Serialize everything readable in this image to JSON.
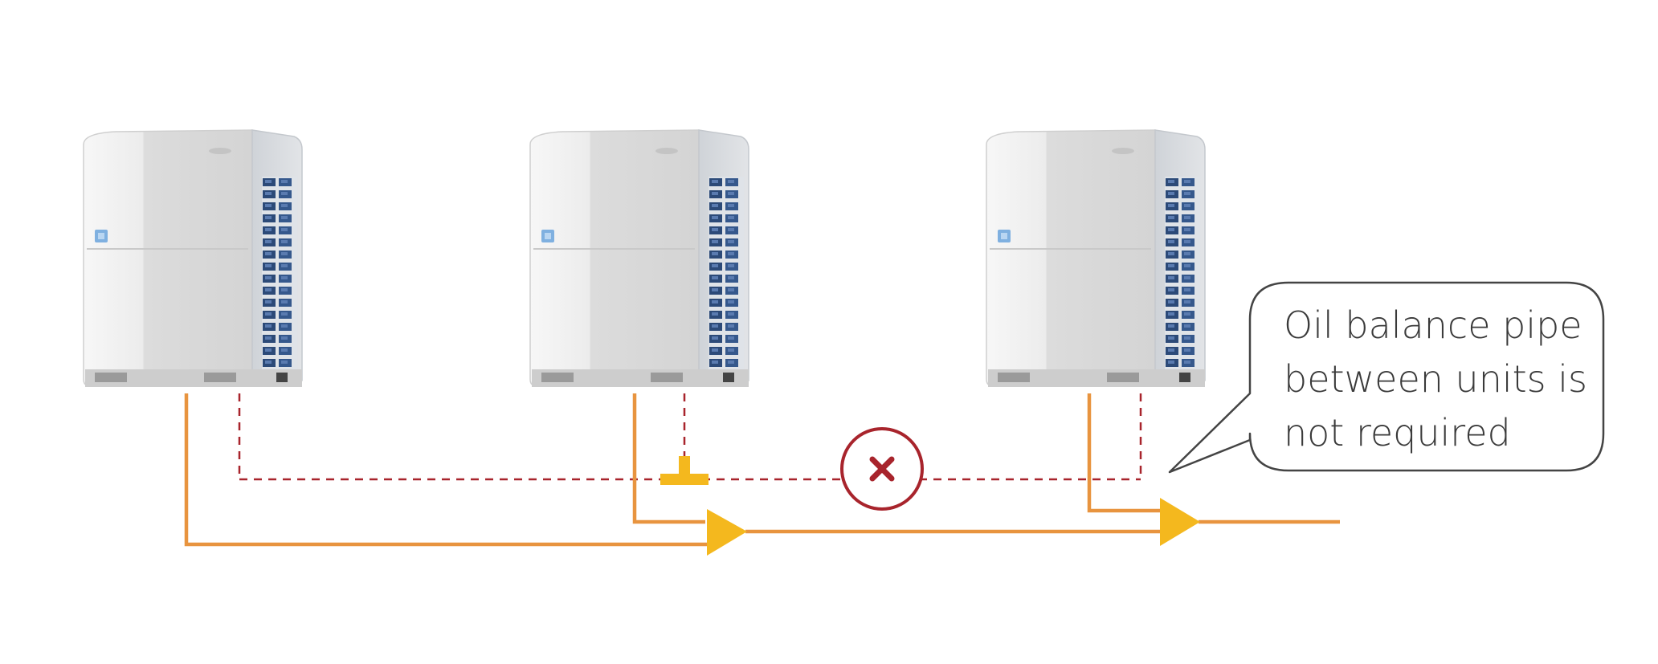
{
  "callout": {
    "lines": [
      "Oil balance pipe",
      "between units is",
      "not required"
    ]
  },
  "colors": {
    "refrigerant_pipe": "#e8943f",
    "oil_pipe_dashed": "#a8242c",
    "arrow_and_tee": "#f4b81e",
    "prohibited_circle": "#a8242c",
    "callout_border": "#444444",
    "unit_body": "#e9e9e9",
    "unit_grille": "#2f4f7e"
  },
  "icons": {
    "units": [
      "outdoor-unit-icon",
      "outdoor-unit-icon",
      "outdoor-unit-icon"
    ],
    "prohibited": "cross-in-circle-icon",
    "tee": "tee-joint-icon",
    "arrows": [
      "flow-arrow-icon",
      "flow-arrow-icon"
    ]
  }
}
